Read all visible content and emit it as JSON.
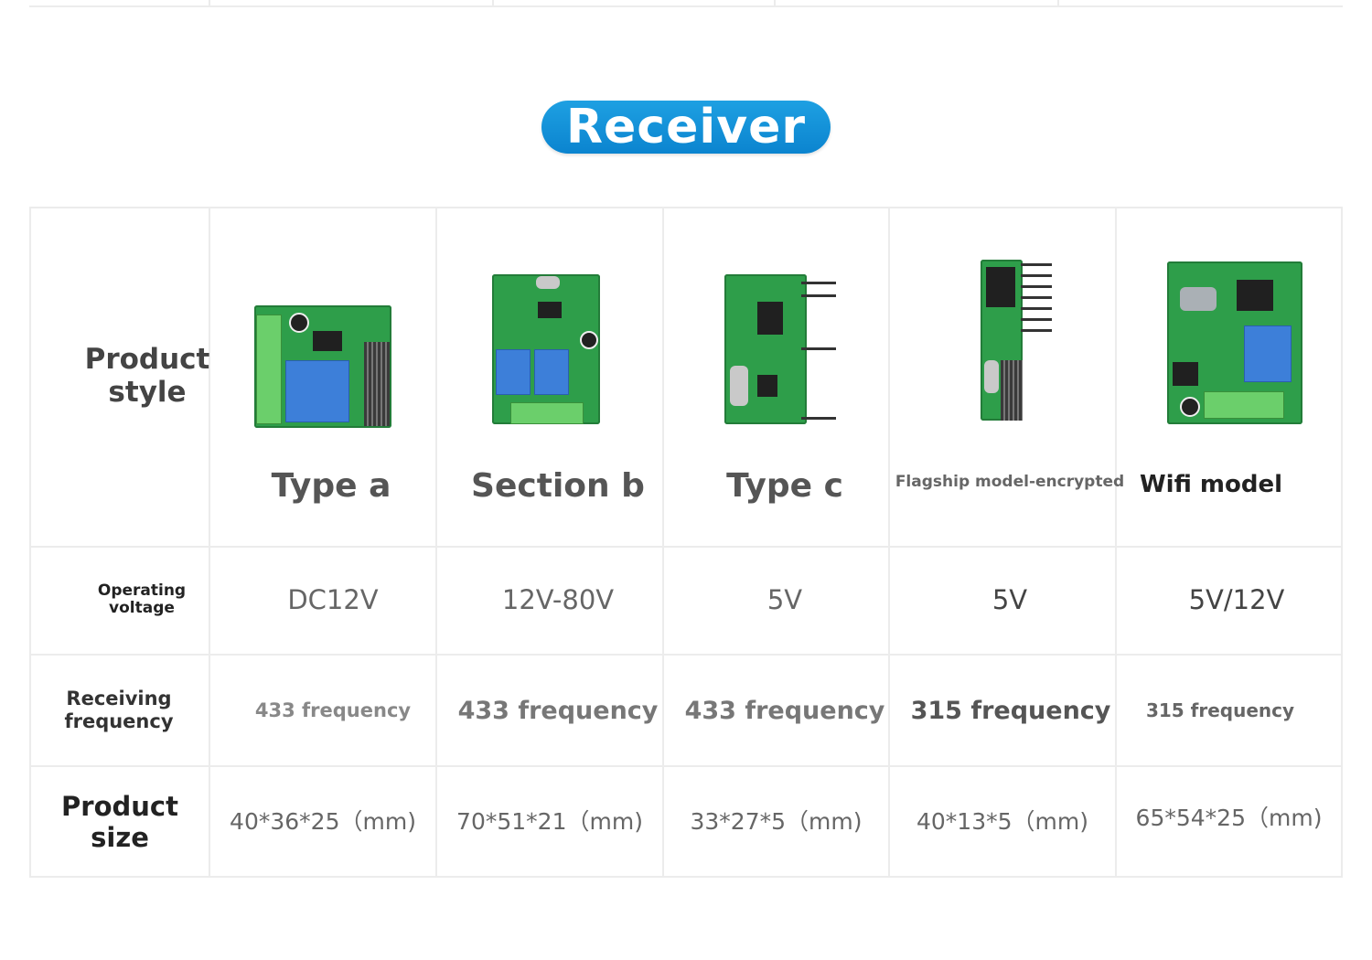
{
  "title": "Receiver",
  "row_labels": {
    "style": "Product style",
    "voltage": "Operating voltage",
    "frequency": "Receiving frequency",
    "size": "Product size"
  },
  "products": [
    {
      "name": "Type a",
      "voltage": "DC12V",
      "frequency": "433 frequency",
      "size": "40*36*25（mm)"
    },
    {
      "name": "Section b",
      "voltage": "12V-80V",
      "frequency": "433 frequency",
      "size": "70*51*21（mm)"
    },
    {
      "name": "Type c",
      "voltage": "5V",
      "frequency": "433 frequency",
      "size": "33*27*5（mm)"
    },
    {
      "name": "Flagship model-encrypted",
      "voltage": "5V",
      "frequency": "315 frequency",
      "size": "40*13*5（mm)"
    },
    {
      "name": "Wifi model",
      "voltage": "5V/12V",
      "frequency": "315 frequency",
      "size": "65*54*25（mm)"
    }
  ],
  "colors": {
    "accent": "#0b84cf",
    "pcb": "#2e9e4a",
    "relay": "#3d7fd9"
  }
}
